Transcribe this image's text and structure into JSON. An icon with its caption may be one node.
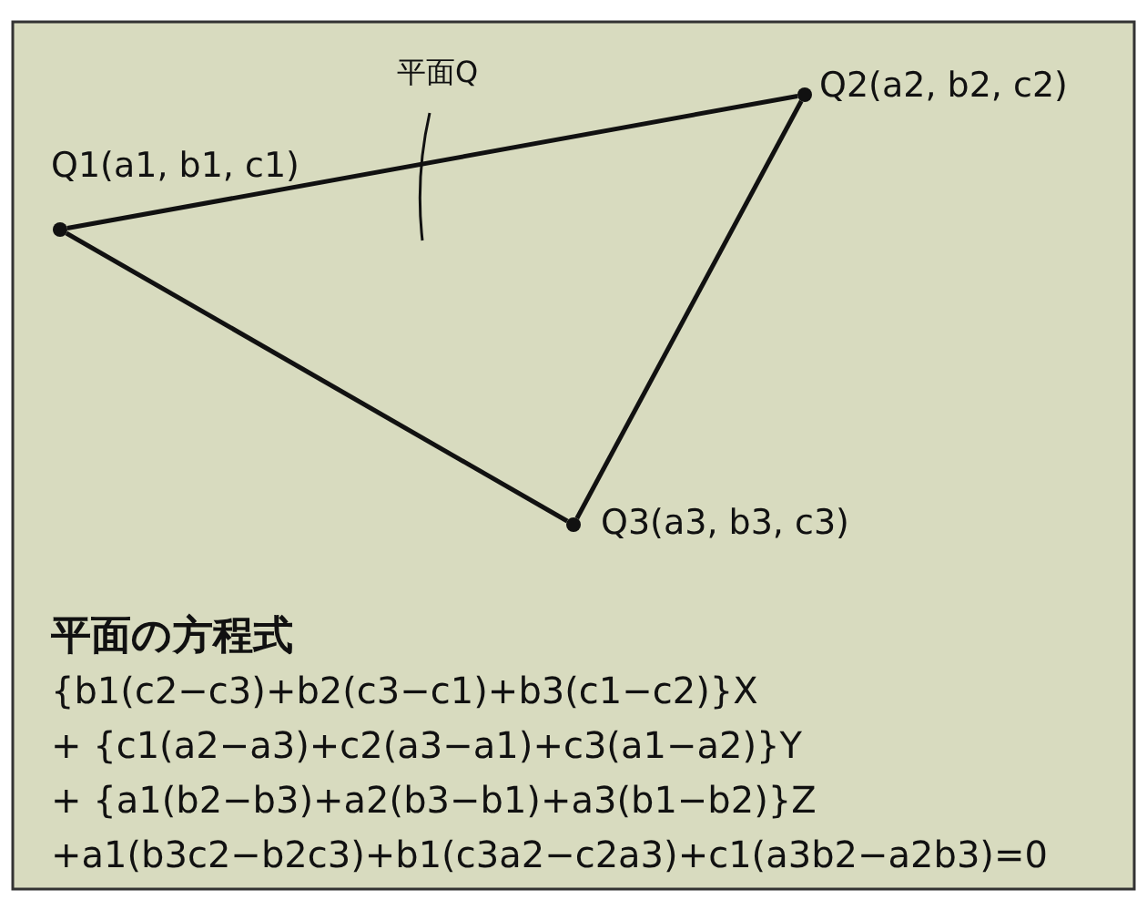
{
  "diagram": {
    "nodes": [
      {
        "text": [],
        "shape": "circle",
        "beside": [
          "Q1(a1, b1, c1)"
        ]
      },
      {
        "text": [],
        "shape": "circle",
        "beside": [
          "Q2(a2, b2, c2)"
        ]
      },
      {
        "text": [],
        "shape": "circle",
        "beside": [
          "Q3(a3, b3, c3)"
        ]
      }
    ],
    "edges": [
      {
        "from": 0,
        "to": 1,
        "arrow": "none"
      },
      {
        "from": 1,
        "to": 2,
        "arrow": "none"
      },
      {
        "from": 0,
        "to": 2,
        "arrow": "none"
      }
    ],
    "labels": [
      "平面Q",
      "平面の方程式",
      "{b1(c2−c3)+b2(c3−c1)+b3(c1−c2)}X",
      "+ {c1(a2−a3)+c2(a3−a1)+c3(a1−a2)}Y",
      "+ {a1(b2−b3)+a2(b3−b1)+a3(b1−b2)}Z",
      "+a1(b3c2−b2c3)+b1(c3a2−c2a3)+c1(a3b2−a2b3)=0"
    ]
  }
}
